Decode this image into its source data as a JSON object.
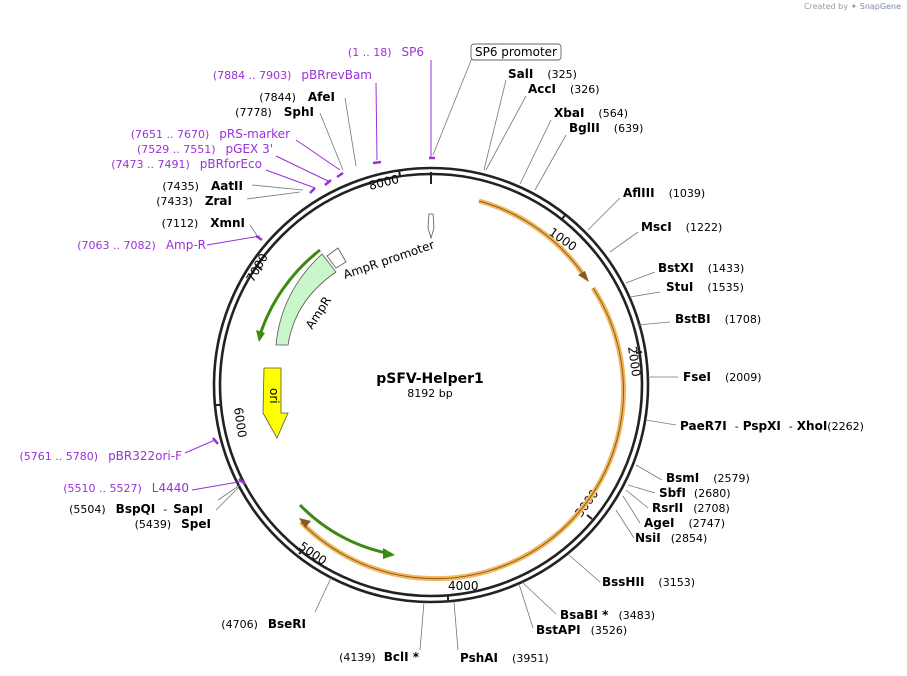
{
  "app": {
    "credit_prefix": "Created by",
    "credit_brand": "SnapGene"
  },
  "plasmid": {
    "name": "pSFV-Helper1",
    "length_label": "8192 bp",
    "length": 8192
  },
  "ticks": [
    "1000",
    "2000",
    "3000",
    "4000",
    "5000",
    "6000",
    "7000",
    "8000"
  ],
  "enzymes": [
    {
      "name": "SalI",
      "pos": "(325)"
    },
    {
      "name": "AccI",
      "pos": "(326)"
    },
    {
      "name": "XbaI",
      "pos": "(564)"
    },
    {
      "name": "BglII",
      "pos": "(639)"
    },
    {
      "name": "AflIII",
      "pos": "(1039)"
    },
    {
      "name": "MscI",
      "pos": "(1222)"
    },
    {
      "name": "BstXI",
      "pos": "(1433)"
    },
    {
      "name": "StuI",
      "pos": "(1535)"
    },
    {
      "name": "BstBI",
      "pos": "(1708)"
    },
    {
      "name": "FseI",
      "pos": "(2009)"
    },
    {
      "name": "PaeR7I",
      "pos": "(2262)"
    },
    {
      "name": "PspXI",
      "pos": ""
    },
    {
      "name": "XhoI",
      "pos": ""
    },
    {
      "name": "BsmI",
      "pos": "(2579)"
    },
    {
      "name": "SbfI",
      "pos": "(2680)"
    },
    {
      "name": "RsrII",
      "pos": "(2708)"
    },
    {
      "name": "AgeI",
      "pos": "(2747)"
    },
    {
      "name": "NsiI",
      "pos": "(2854)"
    },
    {
      "name": "BssHII",
      "pos": "(3153)"
    },
    {
      "name": "BsaBI *",
      "pos": "(3483)"
    },
    {
      "name": "BstAPI",
      "pos": "(3526)"
    },
    {
      "name": "PshAI",
      "pos": "(3951)"
    },
    {
      "name": "BclI *",
      "pos": "(4139)"
    },
    {
      "name": "BseRI",
      "pos": "(4706)"
    },
    {
      "name": "SpeI",
      "pos": "(5439)"
    },
    {
      "name": "BspQI",
      "pos": "(5504)"
    },
    {
      "name": "SapI",
      "pos": ""
    },
    {
      "name": "XmnI",
      "pos": "(7112)"
    },
    {
      "name": "ZraI",
      "pos": "(7433)"
    },
    {
      "name": "AatII",
      "pos": "(7435)"
    },
    {
      "name": "SphI",
      "pos": "(7778)"
    },
    {
      "name": "AfeI",
      "pos": "(7844)"
    }
  ],
  "primers": [
    {
      "name": "SP6",
      "range": "(1 .. 18)"
    },
    {
      "name": "pBRrevBam",
      "range": "(7884 .. 7903)"
    },
    {
      "name": "pRS-marker",
      "range": "(7651 .. 7670)"
    },
    {
      "name": "pGEX 3'",
      "range": "(7529 .. 7551)"
    },
    {
      "name": "pBRforEco",
      "range": "(7473 .. 7491)"
    },
    {
      "name": "Amp-R",
      "range": "(7063 .. 7082)"
    },
    {
      "name": "pBR322ori-F",
      "range": "(5761 .. 5780)"
    },
    {
      "name": "L4440",
      "range": "(5510 .. 5527)"
    }
  ],
  "features": {
    "sp6_promoter": "SP6 promoter",
    "ampr_promoter": "AmpR promoter",
    "ampr": "AmpR",
    "ori": "ori"
  },
  "colors": {
    "backbone": "#222222",
    "orf": "#f2b860",
    "orf_fill": "#fde4b8",
    "arrow_green": "#3d8a10",
    "ampr_fill": "#c9f7c9",
    "ori_fill": "#ffff00",
    "primer": "#9b30d9"
  }
}
